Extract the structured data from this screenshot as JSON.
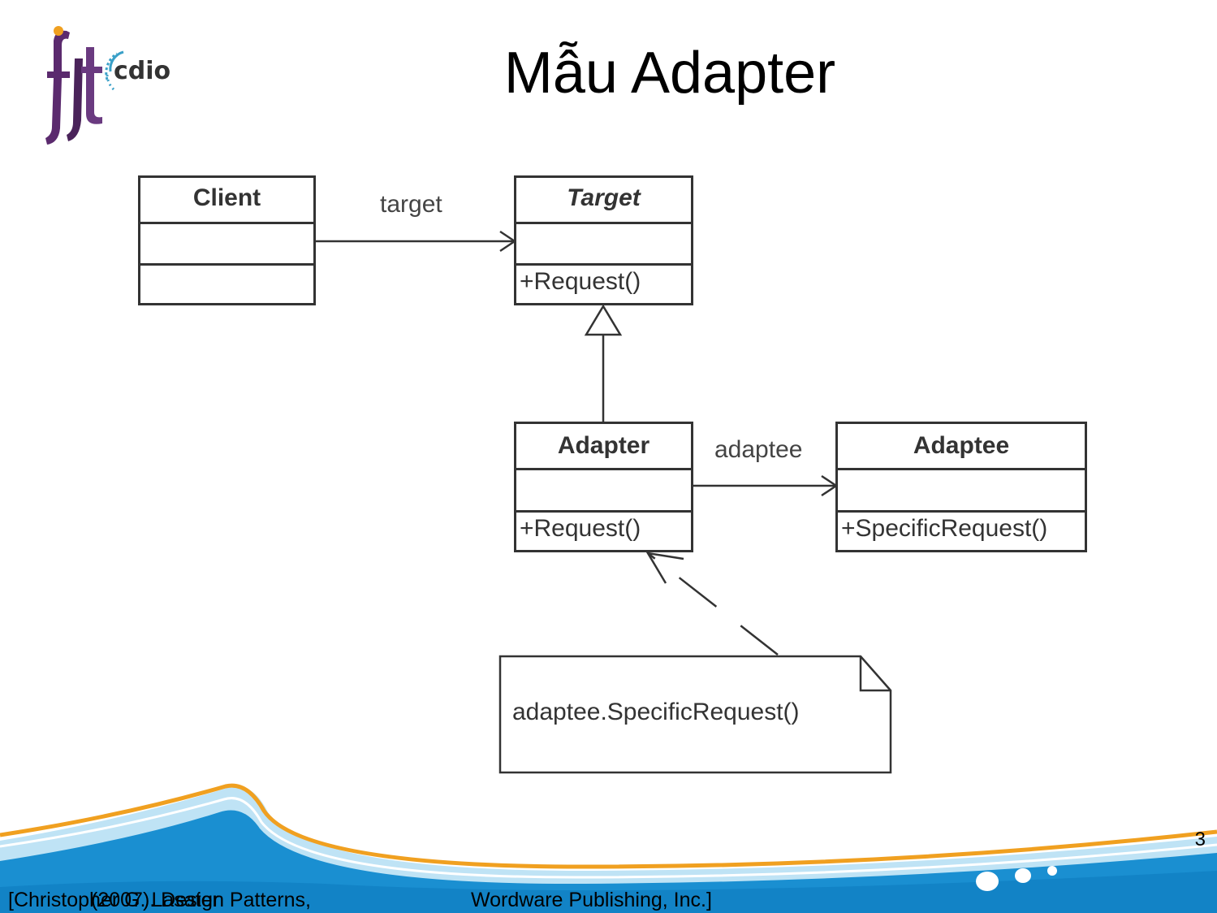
{
  "slide": {
    "title": "Mẫu Adapter",
    "page_number": "3",
    "logo_text": "cdio",
    "citation": {
      "part1": "[Christopher G. Lasater",
      "part2": "(2007). Design Patterns,",
      "part3": "Wordware Publishing, Inc.]"
    }
  },
  "diagram": {
    "client": {
      "name": "Client"
    },
    "target": {
      "name": "Target",
      "operation": "+Request()"
    },
    "adapter": {
      "name": "Adapter",
      "operation": "+Request()"
    },
    "adaptee": {
      "name": "Adaptee",
      "operation": "+SpecificRequest()"
    },
    "association_target": "target",
    "association_adaptee": "adaptee",
    "note": "adaptee.SpecificRequest()"
  },
  "colors": {
    "brand_blue": "#1a8fd1",
    "brand_orange": "#f0a020",
    "logo_purple": "#5b2a6e"
  }
}
